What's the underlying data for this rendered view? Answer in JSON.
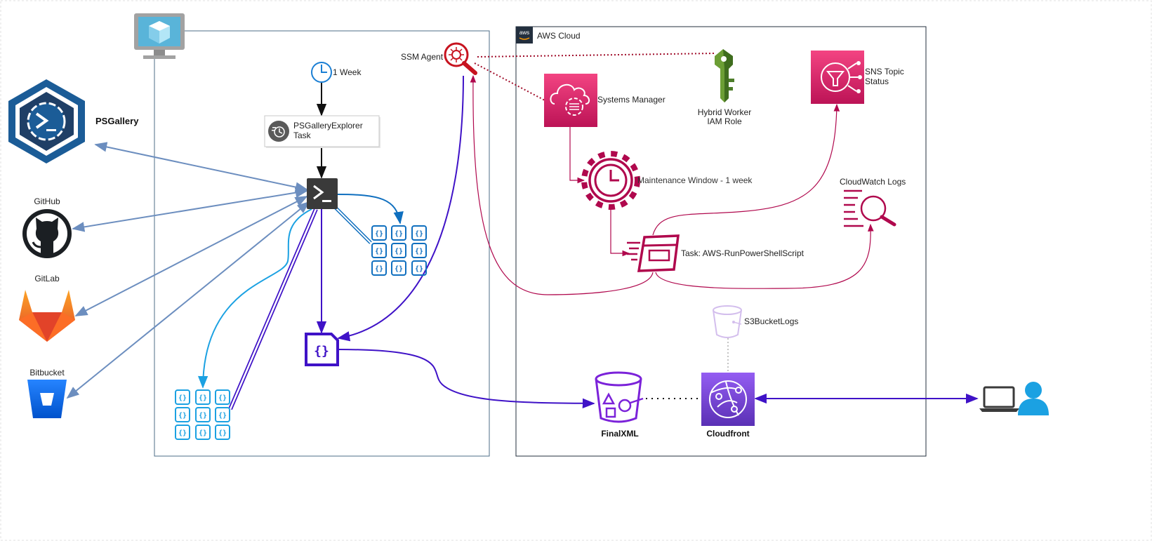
{
  "diagram": {
    "aws_cloud_label": "AWS Cloud",
    "aws_logo_text": "aws",
    "sources": {
      "psgallery": "PSGallery",
      "github": "GitHub",
      "gitlab": "GitLab",
      "bitbucket": "Bitbucket"
    },
    "vm": {
      "schedule": "1 Week",
      "task": [
        "PSGalleryExplorer",
        "Task"
      ],
      "ssm_agent": "SSM Agent"
    },
    "aws": {
      "systems_manager": "Systems Manager",
      "hybrid_worker": [
        "Hybrid Worker",
        "IAM Role"
      ],
      "sns": [
        "SNS Topic",
        "Status"
      ],
      "maintenance_window": "Maintenance Window -  1 week",
      "cloudwatch_logs": "CloudWatch Logs",
      "run_task": "Task: AWS-RunPowerShellScript",
      "s3_logs": "S3BucketLogs",
      "final_xml": "FinalXML",
      "cloudfront": "Cloudfront"
    },
    "colors": {
      "vm_border": "#4d6c87",
      "aws_border": "#232f3e",
      "source_arrow": "#6c8ebf",
      "purple_flow": "#3f12c7",
      "cyan": "#1ba1e2",
      "blue_icon": "#0f6fbf",
      "crimson": "#b0084d",
      "ssm_red": "#c7131f",
      "cloudfront": "#6233d8",
      "s3_purple": "#7b22d9",
      "user_blue": "#1ba1e2",
      "iam_green": "#4d7d2a",
      "sns_pink": "#e7157b"
    }
  }
}
